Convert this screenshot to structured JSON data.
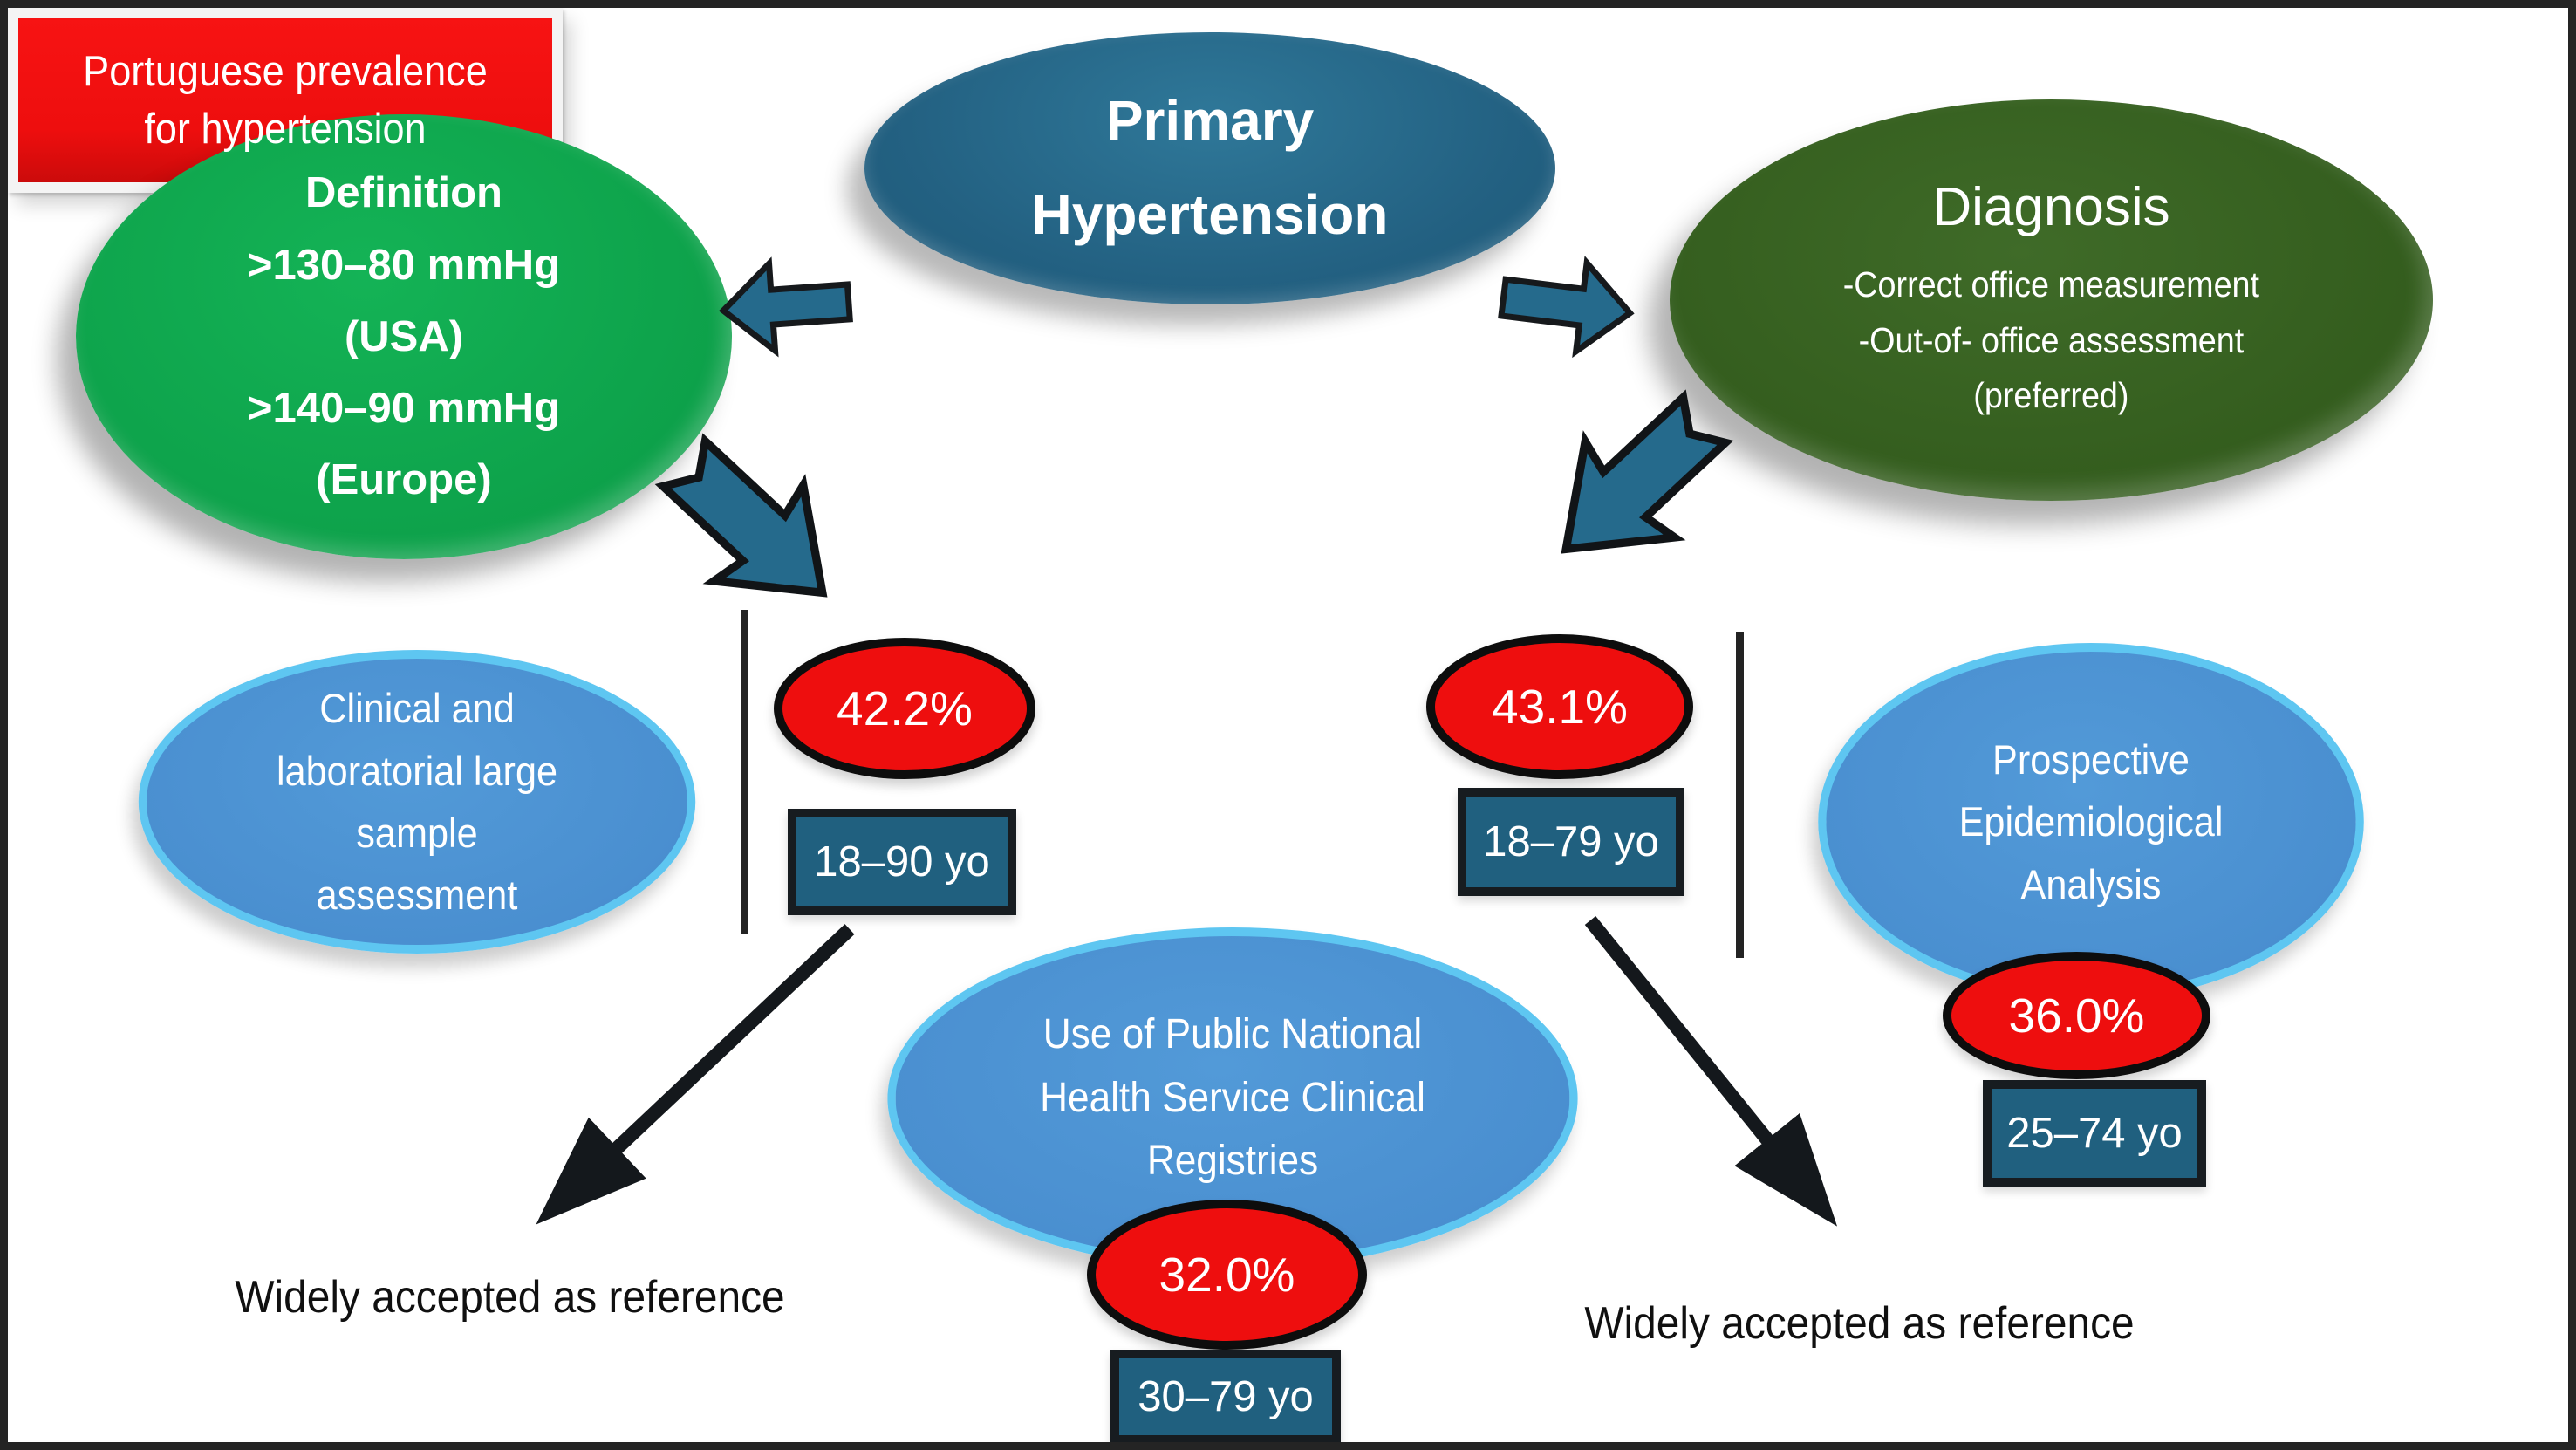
{
  "title": "Primary Hypertension prevalence diagram",
  "colors": {
    "teal": "#256a8c",
    "green": "#0da14a",
    "dark_green": "#335c1d",
    "red": "#ee0e0e",
    "light_blue_fill": "#4a8fd0",
    "light_blue_border": "#5ec6f1",
    "age_box_teal": "#20607f",
    "outline_black": "#141414",
    "background": "#ffffff"
  },
  "nodes": {
    "primary": {
      "lines": [
        "Primary",
        "Hypertension"
      ]
    },
    "definition": {
      "lines": [
        "Definition",
        ">130–80 mmHg",
        "(USA)",
        ">140–90 mmHg",
        "(Europe)"
      ]
    },
    "diagnosis": {
      "title": "Diagnosis",
      "lines": [
        "-Correct office measurement",
        "-Out-of- office assessment",
        "(preferred)"
      ]
    },
    "prevalence_banner": {
      "lines": [
        "Portuguese prevalence",
        "for hypertension"
      ]
    },
    "clinical": {
      "lines": [
        "Clinical and",
        "laboratorial large",
        "sample",
        "assessment"
      ]
    },
    "prospective": {
      "lines": [
        "Prospective",
        "Epidemiological",
        "Analysis"
      ]
    },
    "registries": {
      "lines": [
        "Use of Public National",
        "Health Service Clinical",
        "Registries"
      ]
    }
  },
  "stats": [
    {
      "value": "42.2%",
      "age_range": "18–90 yo"
    },
    {
      "value": "43.1%",
      "age_range": "18–79 yo"
    },
    {
      "value": "36.0%",
      "age_range": "25–74 yo"
    },
    {
      "value": "32.0%",
      "age_range": "30–79 yo"
    }
  ],
  "notes": {
    "left": "Widely accepted as reference",
    "right": "Widely accepted as reference"
  }
}
